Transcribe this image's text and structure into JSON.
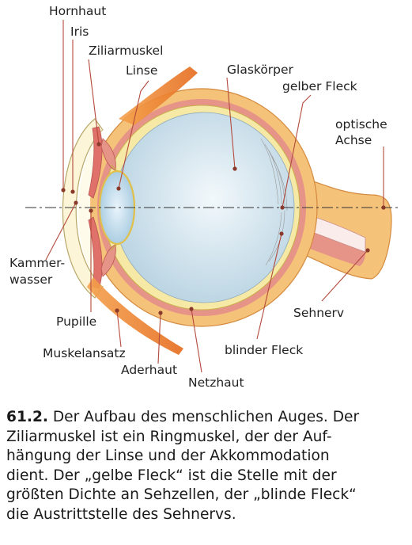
{
  "labels": {
    "hornhaut": "Hornhaut",
    "iris": "Iris",
    "ziliarmuskel": "Ziliarmuskel",
    "linse": "Linse",
    "glaskoerper": "Glaskörper",
    "gelber_fleck": "gelber Fleck",
    "optische_achse_1": "optische",
    "optische_achse_2": "Achse",
    "kammerwasser_1": "Kammer-",
    "kammerwasser_2": "wasser",
    "pupille": "Pupille",
    "muskelansatz": "Muskelansatz",
    "aderhaut": "Aderhaut",
    "netzhaut": "Netzhaut",
    "blinder_fleck": "blinder Fleck",
    "sehnerv": "Sehnerv"
  },
  "caption": {
    "number": "61.2.",
    "lines": [
      " Der Aufbau des menschlichen Auges. Der",
      "Ziliarmuskel ist ein Ringmuskel, der der Auf-",
      "hängung der Linse und der Akkommodation",
      "dient. Der „gelbe Fleck“ ist die Stelle mit der",
      "größten Dichte an Sehzellen, der „blinde Fleck“",
      "die Austrittstelle des Sehnervs."
    ]
  },
  "colors": {
    "sclera": "#f5c27a",
    "choroid": "#e79488",
    "retina": "#f6e9a6",
    "vitreous": "#d6e6ef",
    "lens": "#cfe4f2",
    "cornea": "#fdf5d8",
    "muscle": "#f0923a"
  }
}
